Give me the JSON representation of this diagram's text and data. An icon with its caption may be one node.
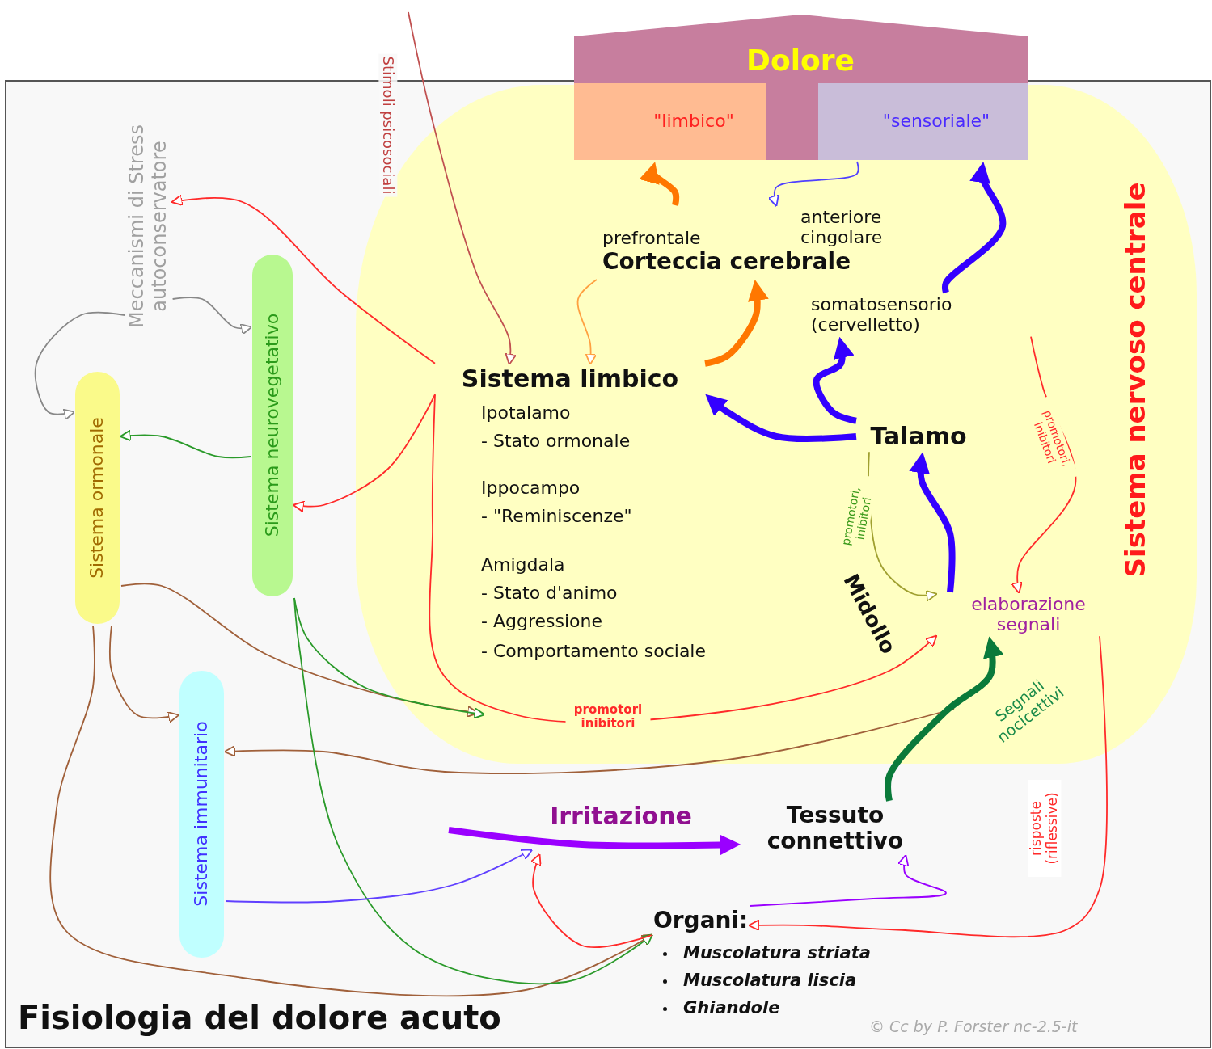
{
  "diagram": {
    "title": "Fisiologia del dolore acuto",
    "nodes": [
      {
        "text": [
          "Sistema nervoso centrale"
        ]
      },
      {
        "text": [
          "Dolore"
        ]
      },
      {
        "text": [
          "\"limbico\""
        ]
      },
      {
        "text": [
          "\"sensoriale\""
        ]
      },
      {
        "text": [
          "prefrontale",
          "anteriore cingolare",
          "Corteccia cerebrale"
        ],
        "in": 0
      },
      {
        "text": [
          "somatosensorio (cervelletto)"
        ],
        "in": 0
      },
      {
        "text": [
          "Sistema limbico"
        ],
        "beside": [
          "Ipotalamo",
          "- Stato ormonale",
          "Ippocampo",
          "- \"Reminiscenze\"",
          "Amigdala",
          "- Stato d'animo",
          "- Aggressione",
          "- Comportamento sociale"
        ],
        "in": 0
      },
      {
        "text": [
          "Talamo"
        ],
        "in": 0
      },
      {
        "text": [
          "elaborazione segnali"
        ],
        "in": 0
      },
      {
        "text": [
          "Meccanismi di Stress autoconservatore"
        ]
      },
      {
        "text": [
          "Sistema ormonale"
        ]
      },
      {
        "text": [
          "Sistema neurovegetativo"
        ]
      },
      {
        "text": [
          "Sistema immunitario"
        ]
      },
      {
        "text": [
          "Tessuto connettivo"
        ]
      },
      {
        "text": [
          "Organi:"
        ],
        "beside": [
          "Muscolatura striata",
          "Muscolatura liscia",
          "Ghiandole"
        ]
      }
    ],
    "edges": [
      {
        "from": null,
        "to": 6,
        "arrow": "to",
        "label": "Stimoli psicosociali",
        "color": "#c05050"
      },
      {
        "from": 9,
        "to": 10,
        "arrow": "to",
        "color": "#888888"
      },
      {
        "from": 9,
        "to": 11,
        "arrow": "to",
        "color": "#888888"
      },
      {
        "from": 6,
        "to": 9,
        "arrow": "to"
      },
      {
        "from": 6,
        "to": 11,
        "arrow": "to"
      },
      {
        "from": 11,
        "to": 10,
        "arrow": "to",
        "color": "#2a9a2a"
      },
      {
        "from": 10,
        "to": null,
        "arrow": "to",
        "color": "#a0603a"
      },
      {
        "from": 11,
        "to": null,
        "arrow": "to",
        "color": "#2a9a2a"
      },
      {
        "from": 10,
        "to": 12,
        "arrow": "to",
        "color": "#a0603a"
      },
      {
        "from": null,
        "to": 12,
        "arrow": "to",
        "color": "#a0603a"
      },
      {
        "from": 10,
        "to": 14,
        "arrow": "to",
        "color": "#a0603a"
      },
      {
        "from": 11,
        "to": 14,
        "arrow": "to",
        "color": "#2a9a2a"
      },
      {
        "from": 12,
        "to": null,
        "arrow": "to",
        "color": "#6040ff"
      },
      {
        "from": 14,
        "to": null,
        "arrow": "to"
      },
      {
        "from": null,
        "to": 13,
        "arrow": "to",
        "label": "Irritazione",
        "style": "thick",
        "color": "#9a00ff"
      },
      {
        "from": 14,
        "to": 13,
        "arrow": "to",
        "color": "#9a00ff"
      },
      {
        "from": 13,
        "to": 8,
        "arrow": "to",
        "label": "Segnali nocicettivi",
        "style": "thick",
        "color": "#0a7a3a"
      },
      {
        "from": 8,
        "to": 14,
        "arrow": "to",
        "label": "risposte (riflessive)"
      },
      {
        "from": 6,
        "to": 8,
        "arrow": "to",
        "label": "promotori inibitori"
      },
      {
        "from": 5,
        "to": 8,
        "arrow": "to",
        "label": "promotori, inibitori"
      },
      {
        "from": 7,
        "to": 8,
        "arrow": "to",
        "label": "promotori, inibitori",
        "color": "#a0a030"
      },
      {
        "from": 8,
        "to": 7,
        "arrow": "to",
        "style": "thick",
        "color": "#3300ff"
      },
      {
        "from": 7,
        "to": 5,
        "arrow": "to",
        "style": "thick",
        "color": "#3300ff"
      },
      {
        "from": 7,
        "to": 6,
        "arrow": "to",
        "style": "thick",
        "color": "#3300ff"
      },
      {
        "from": 6,
        "to": 4,
        "arrow": "to",
        "style": "thick",
        "color": "#ff7700"
      },
      {
        "from": 4,
        "to": 6,
        "arrow": "to",
        "color": "#ffa040"
      },
      {
        "from": 4,
        "to": 2,
        "arrow": "to",
        "style": "thick",
        "color": "#ff7700"
      },
      {
        "from": 5,
        "to": 3,
        "arrow": "to",
        "style": "thick",
        "color": "#3300ff"
      },
      {
        "from": 3,
        "to": 4,
        "arrow": "to",
        "color": "#5040ff"
      }
    ],
    "labels": [
      "Midollo",
      "© Cc by P. Forster nc-2.5-it"
    ]
  }
}
